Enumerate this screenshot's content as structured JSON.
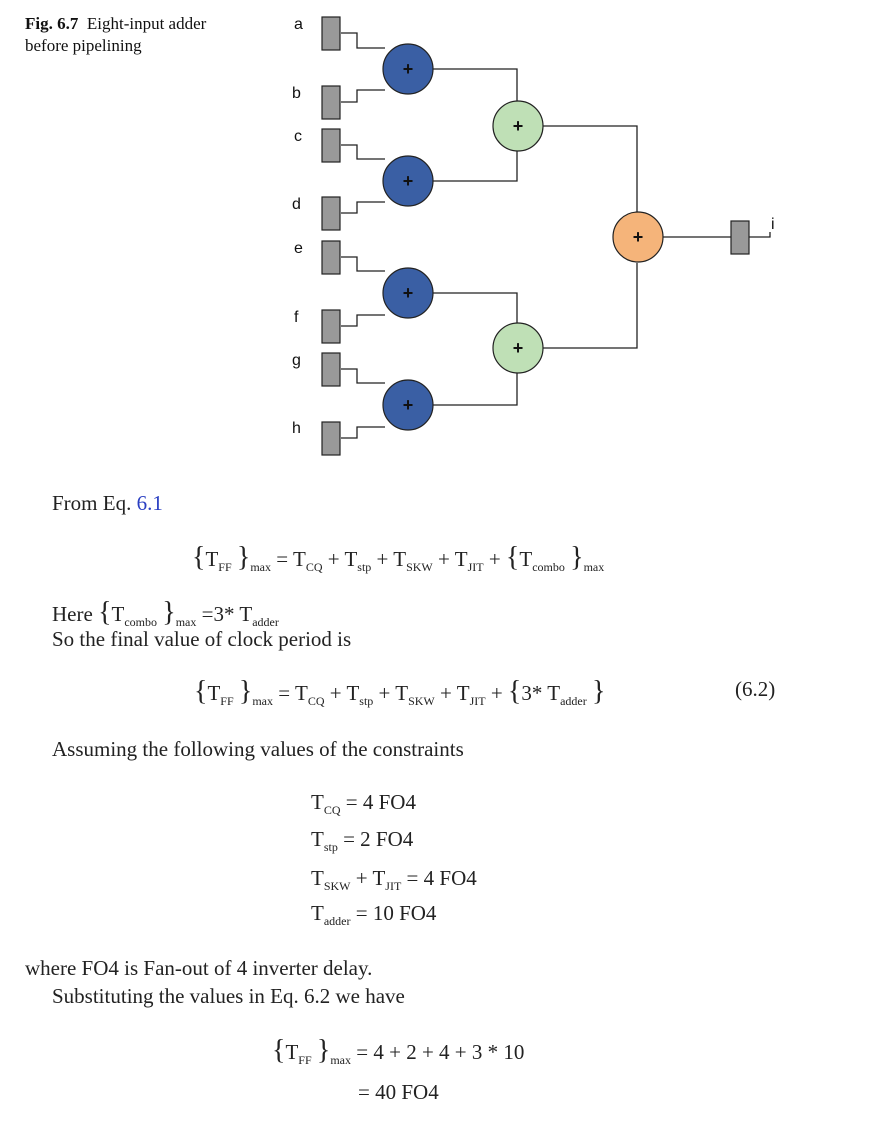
{
  "figure": {
    "label": "Fig. 6.7",
    "caption_line1": "Eight-input adder",
    "caption_line2": "before pipelining",
    "inputs": [
      "a",
      "b",
      "c",
      "d",
      "e",
      "f",
      "g",
      "h"
    ],
    "output": "i",
    "operator": "+",
    "colors": {
      "register": "#999999",
      "adder_stage1": "#3a5fa4",
      "adder_stage2": "#bfe0b6",
      "adder_stage3": "#f5b47a",
      "wire": "#222222"
    }
  },
  "body": {
    "from_eq_prefix": "From Eq.",
    "from_eq_ref": "6.1",
    "eq1": {
      "lhs": "T",
      "lhs_sub": "FF",
      "lhs_outer_sub": "max",
      "t_cq": "CQ",
      "t_stp": "stp",
      "t_skw": "SKW",
      "t_jit": "JIT",
      "combo": "combo",
      "combo_outer_sub": "max"
    },
    "here_prefix": "Here",
    "here_rhs": "=3* T",
    "here_rhs_sub": "adder",
    "clock_sentence": "So the final value of clock period is",
    "eq2": {
      "mult": "3*",
      "adder_sub": "adder",
      "number": "(6.2)"
    },
    "assuming_sentence": "Assuming the following values of the constraints",
    "constraints": [
      {
        "sub": "CQ",
        "value": "= 4 FO4"
      },
      {
        "sub": "stp",
        "value": "= 2 FO4"
      },
      {
        "sub": "SKW",
        "sub2": "JIT",
        "value": "= 4 FO4"
      },
      {
        "sub": "adder",
        "value": "= 10 FO4"
      }
    ],
    "where_sentence": "where FO4 is Fan-out of 4 inverter delay.",
    "substituting_sentence": "Substituting the values in Eq. 6.2 we have",
    "result": {
      "line1": "= 4 + 2 + 4 + 3 * 10",
      "line2": "= 40 FO4"
    }
  }
}
